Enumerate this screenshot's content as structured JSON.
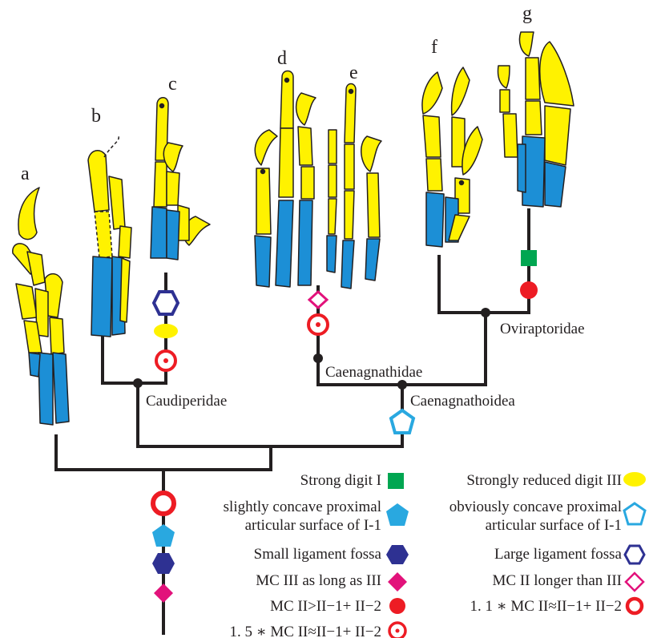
{
  "taxa": {
    "a": "a",
    "b": "b",
    "c": "c",
    "d": "d",
    "e": "e",
    "f": "f",
    "g": "g"
  },
  "clades": {
    "caudiperidae": "Caudiperidae",
    "caenagnathidae": "Caenagnathidae",
    "caenagnathoidea": "Caenagnathoidea",
    "oviraptoridae": "Oviraptoridae"
  },
  "colors": {
    "phalanx_yellow": "#FFF200",
    "metacarpal_blue": "#1C8FD6",
    "tree_line": "#231F20",
    "green": "#00A651",
    "red": "#ED1C24",
    "light_blue": "#29A8E0",
    "navy": "#2E3192",
    "magenta": "#E2127B"
  },
  "legend": {
    "strong_digit_1": "Strong digit I",
    "reduced_digit_3": "Strongly reduced digit III",
    "slightly_concave_l1": "slightly concave proximal",
    "slightly_concave_l2": "articular surface of I-1",
    "obviously_concave_l1": "obviously concave proximal",
    "obviously_concave_l2": "articular surface of I-1",
    "small_fossa": "Small ligament fossa",
    "large_fossa": "Large ligament fossa",
    "mc3_as_long": "MC III  as long as  III",
    "mc2_longer": "MC II  longer than III",
    "mc2_greater": "MC II>II−1+ II−2",
    "mc2_approx_11": "1. 1 ∗  MC II≈II−1+ II−2",
    "mc2_approx_15": "1. 5 ∗ MC II≈II−1+ II−2"
  }
}
